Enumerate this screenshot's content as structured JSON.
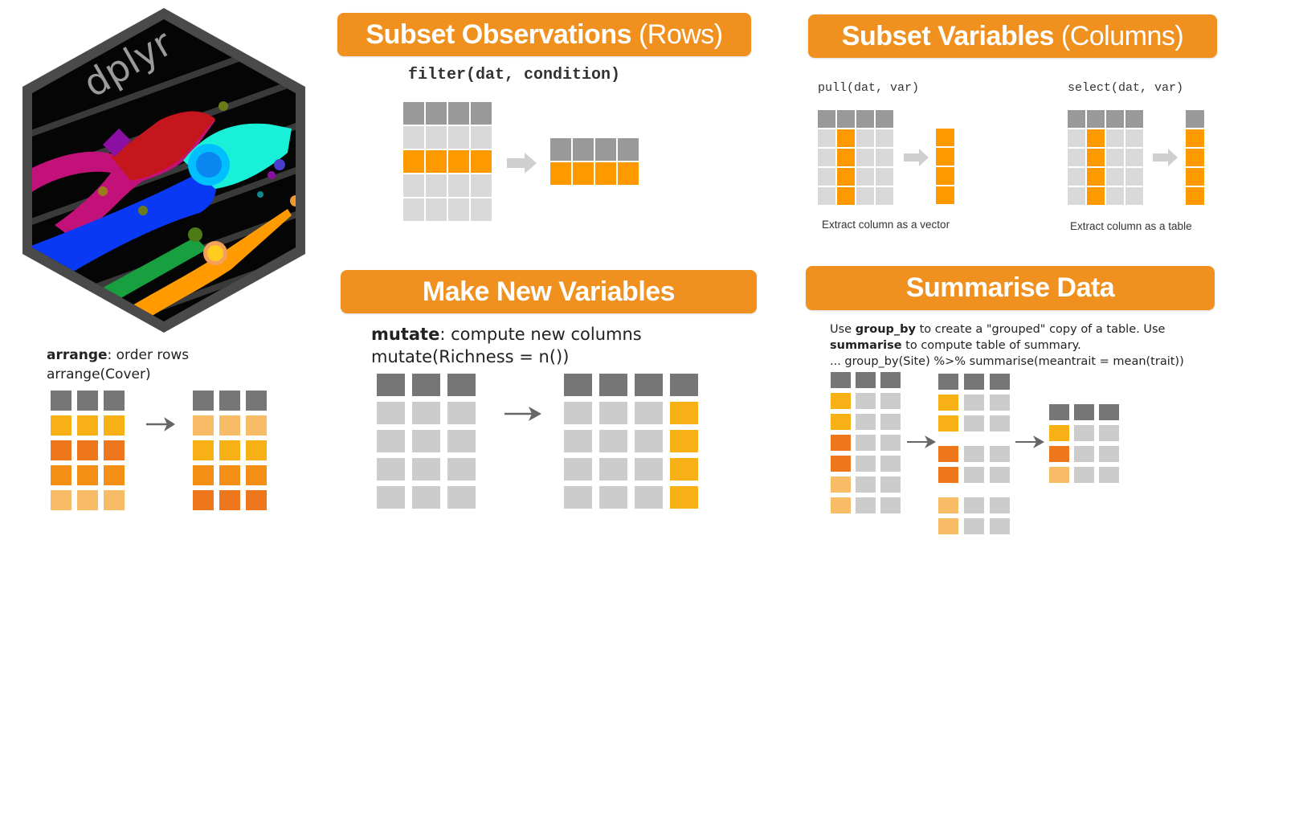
{
  "logo": {
    "text": "dplyr",
    "icon": "dplyr-hex-logo-pliers",
    "colors": {
      "hex_border": "#4a4a4a",
      "hex_bg": "#050505",
      "text": "#9a9a9a"
    }
  },
  "colors": {
    "banner": "#f0901e",
    "header_dark": "#767676",
    "header_mid": "#999999",
    "cell_light": "#d9d9d9",
    "cell_gray": "#cccccc",
    "highlight": "#ff9900",
    "yellow": "#f7b116",
    "dark_orange": "#ee761d",
    "mid_orange": "#f28f14",
    "pale_orange": "#f8bb66",
    "arrow_gray": "#cfcfcf",
    "arrow_dark": "#666666"
  },
  "arrange": {
    "keyword": "arrange",
    "description": ": order rows",
    "code": "arrange(Cover)",
    "before_rows": [
      "yellow",
      "dark_orange",
      "mid_orange",
      "pale_orange"
    ],
    "after_rows": [
      "pale_orange",
      "yellow",
      "mid_orange",
      "dark_orange"
    ]
  },
  "subset_rows": {
    "title_bold": "Subset Observations",
    "title_light": " (Rows)",
    "code": "filter(dat, condition)",
    "before_rows": [
      "light",
      "highlight",
      "light",
      "light"
    ],
    "after_rows": [
      "highlight"
    ]
  },
  "subset_columns": {
    "title_bold": "Subset Variables",
    "title_light": " (Columns)",
    "pull": {
      "code": "pull(dat, var)",
      "caption": "Extract column as a vector"
    },
    "select": {
      "code": "select(dat, var)",
      "caption": "Extract column as a table"
    }
  },
  "mutate": {
    "title": "Make New Variables",
    "keyword": "mutate",
    "description": ": compute new columns",
    "code": "mutate(Richness = n())"
  },
  "summarise": {
    "title": "Summarise Data",
    "line1_pre": "Use ",
    "line1_bold": "group_by",
    "line1_post": " to create a \"grouped\" copy of a table. Use",
    "line2_bold": "summarise",
    "line2_post": " to compute table of summary.",
    "line3": "... group_by(Site) %>% summarise(meantrait = mean(trait))",
    "source_rows": [
      "yellow",
      "yellow",
      "dark_orange",
      "dark_orange",
      "pale_orange",
      "pale_orange"
    ],
    "grouped": [
      [
        "yellow",
        "yellow"
      ],
      [
        "dark_orange",
        "dark_orange"
      ],
      [
        "pale_orange",
        "pale_orange"
      ]
    ],
    "result_rows": [
      "yellow",
      "dark_orange",
      "pale_orange"
    ]
  }
}
